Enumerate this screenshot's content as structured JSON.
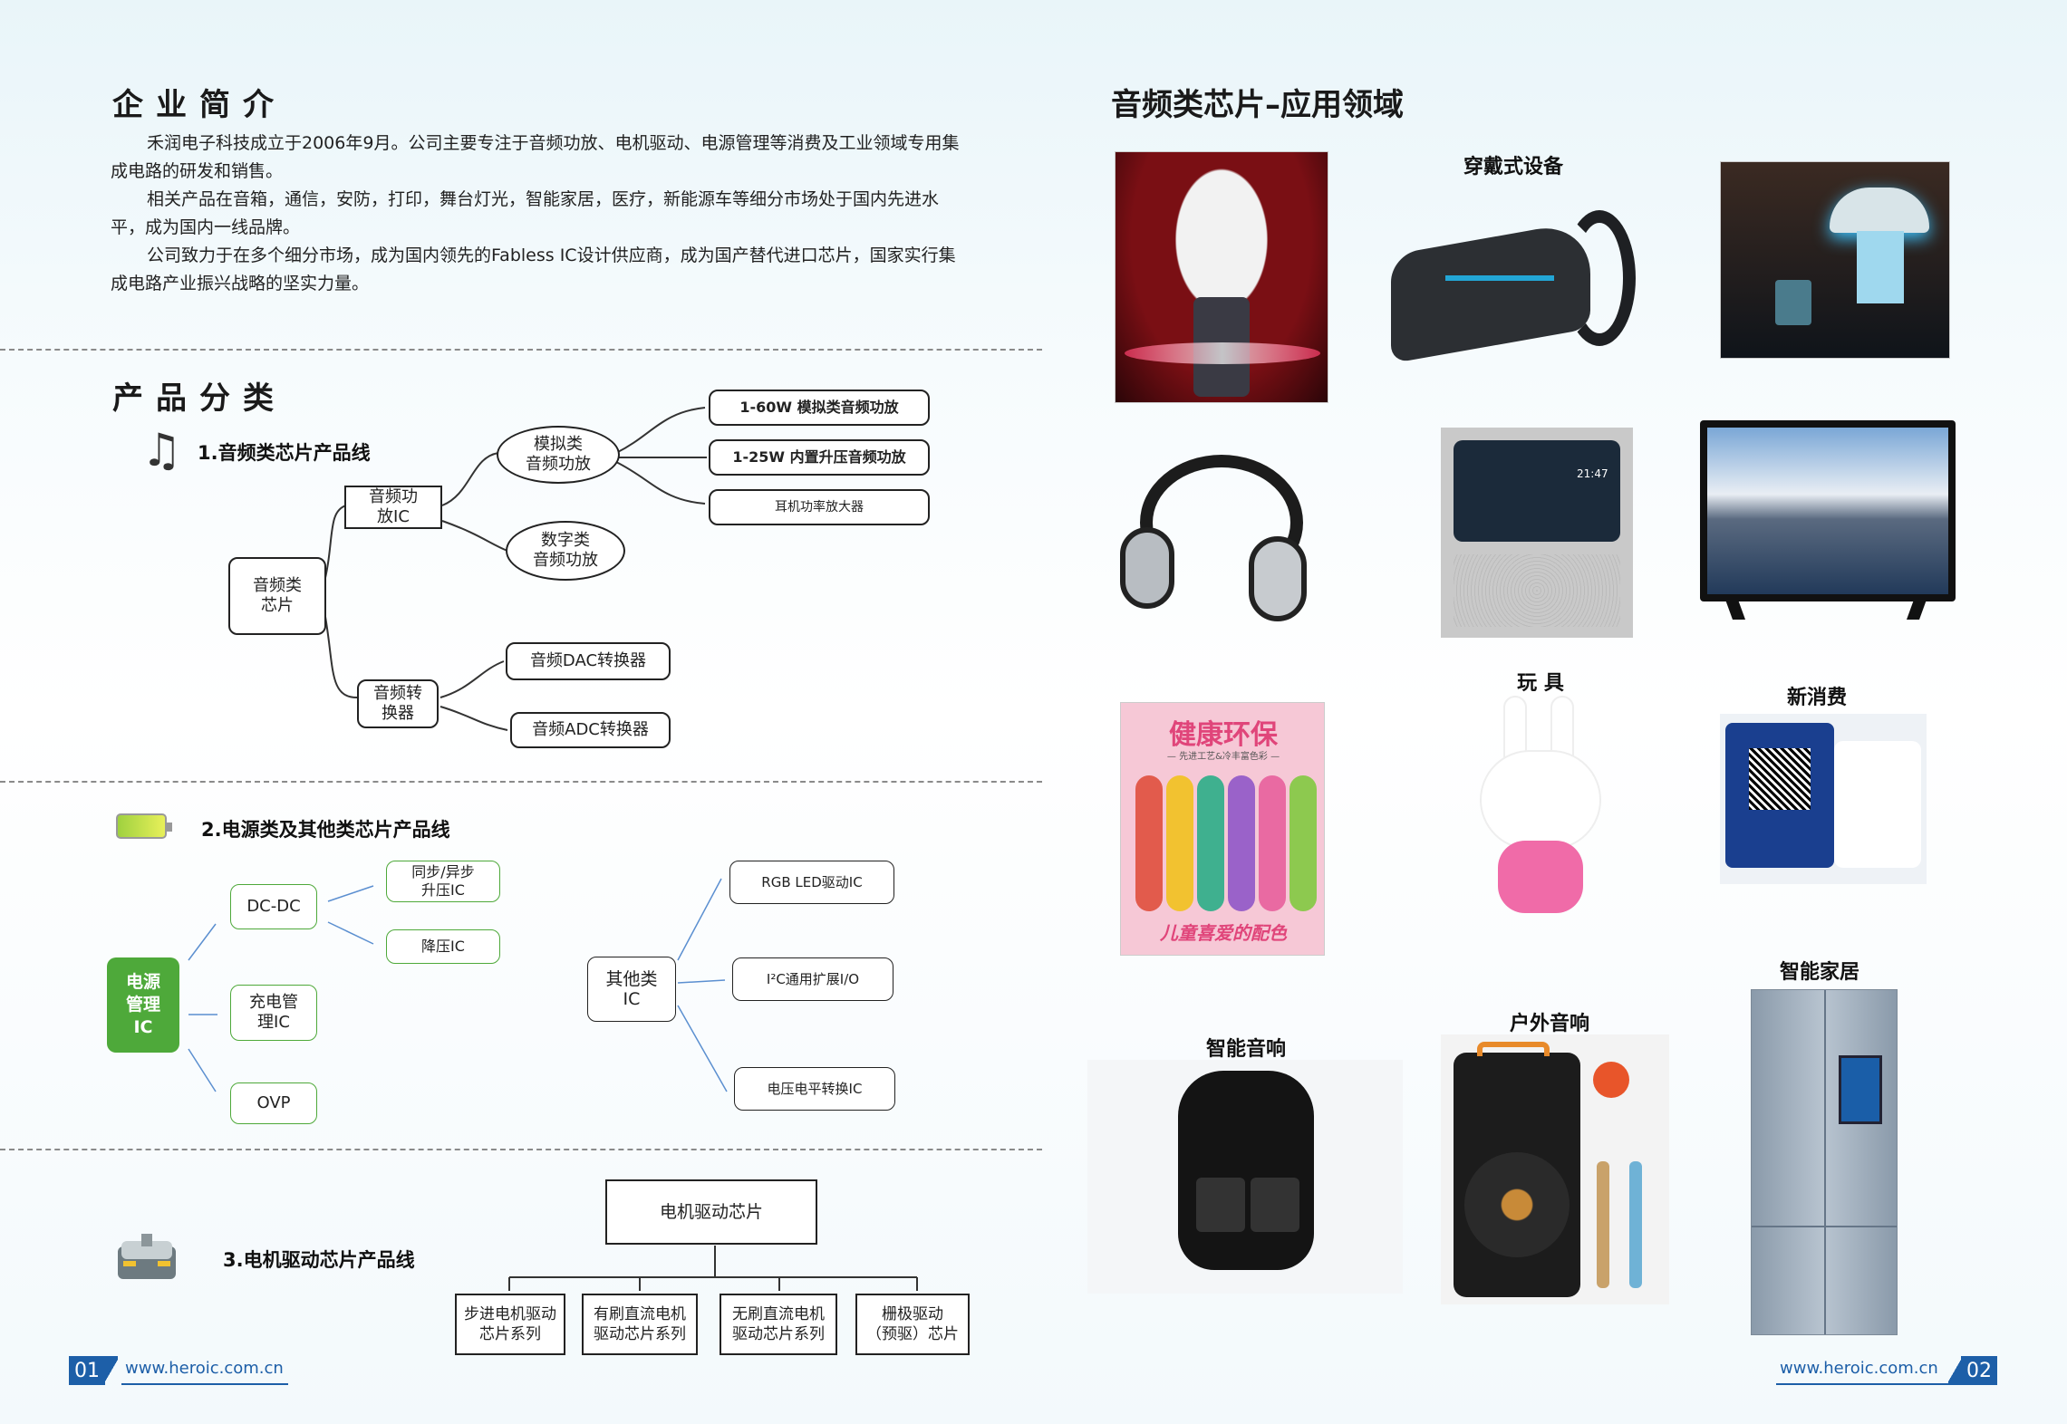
{
  "left": {
    "intro_title": "企业简介",
    "intro_paragraphs": [
      "禾润电子科技成立于2006年9月。公司主要专注于音频功放、电机驱动、电源管理等消费及工业领域专用集成电路的研发和销售。",
      "相关产品在音箱，通信，安防，打印，舞台灯光，智能家居，医疗，新能源车等细分市场处于国内先进水平，成为国内一线品牌。",
      "公司致力于在多个细分市场，成为国内领先的Fabless IC设计供应商，成为国产替代进口芯片，国家实行集成电路产业振兴战略的坚实力量。"
    ],
    "product_title": "产品分类",
    "audio_line": {
      "label": "1.音频类芯片产品线",
      "root": "音频类\n芯片",
      "amp": "音频功\n放IC",
      "analog": "模拟类\n音频功放",
      "digital": "数字类\n音频功放",
      "leaf1": "1-60W 模拟类音频功放",
      "leaf2": "1-25W 内置升压音频功放",
      "leaf3": "耳机功率放大器",
      "conv": "音频转\n换器",
      "dac": "音频DAC转换器",
      "adc": "音频ADC转换器"
    },
    "power_line": {
      "label": "2.电源类及其他类芯片产品线",
      "root": "电源\n管理\nIC",
      "dcdc": "DC-DC",
      "sync": "同步/异步\n升压IC",
      "buck": "降压IC",
      "charge": "充电管\n理IC",
      "ovp": "OVP",
      "other": "其他类\nIC",
      "rgb": "RGB LED驱动IC",
      "i2c": "I²C通用扩展I/O",
      "level": "电压电平转换IC"
    },
    "motor_line": {
      "label": "3.电机驱动芯片产品线",
      "root": "电机驱动芯片",
      "c1": "步进电机驱动\n芯片系列",
      "c2": "有刷直流电机\n驱动芯片系列",
      "c3": "无刷直流电机\n驱动芯片系列",
      "c4": "栅极驱动\n（预驱）芯片"
    },
    "footer_num": "01",
    "footer_url": "www.heroic.com.cn"
  },
  "right": {
    "title": "音频类芯片–应用领域",
    "captions": {
      "wearable": "穿戴式设备",
      "toy": "玩 具",
      "new_consumer": "新消费",
      "smart_home": "智能家居",
      "smart_speaker": "智能音响",
      "outdoor": "户外音响"
    },
    "poster_title": "健康环保",
    "poster_sub": "— 先进工艺&冷丰富色彩 —",
    "poster_bottom": "儿童喜爱的配色",
    "tv_time": "21:47",
    "footer_num": "02",
    "footer_url": "www.heroic.com.cn"
  },
  "colors": {
    "accent_blue": "#1d5fa8",
    "green": "#4ea93a"
  }
}
